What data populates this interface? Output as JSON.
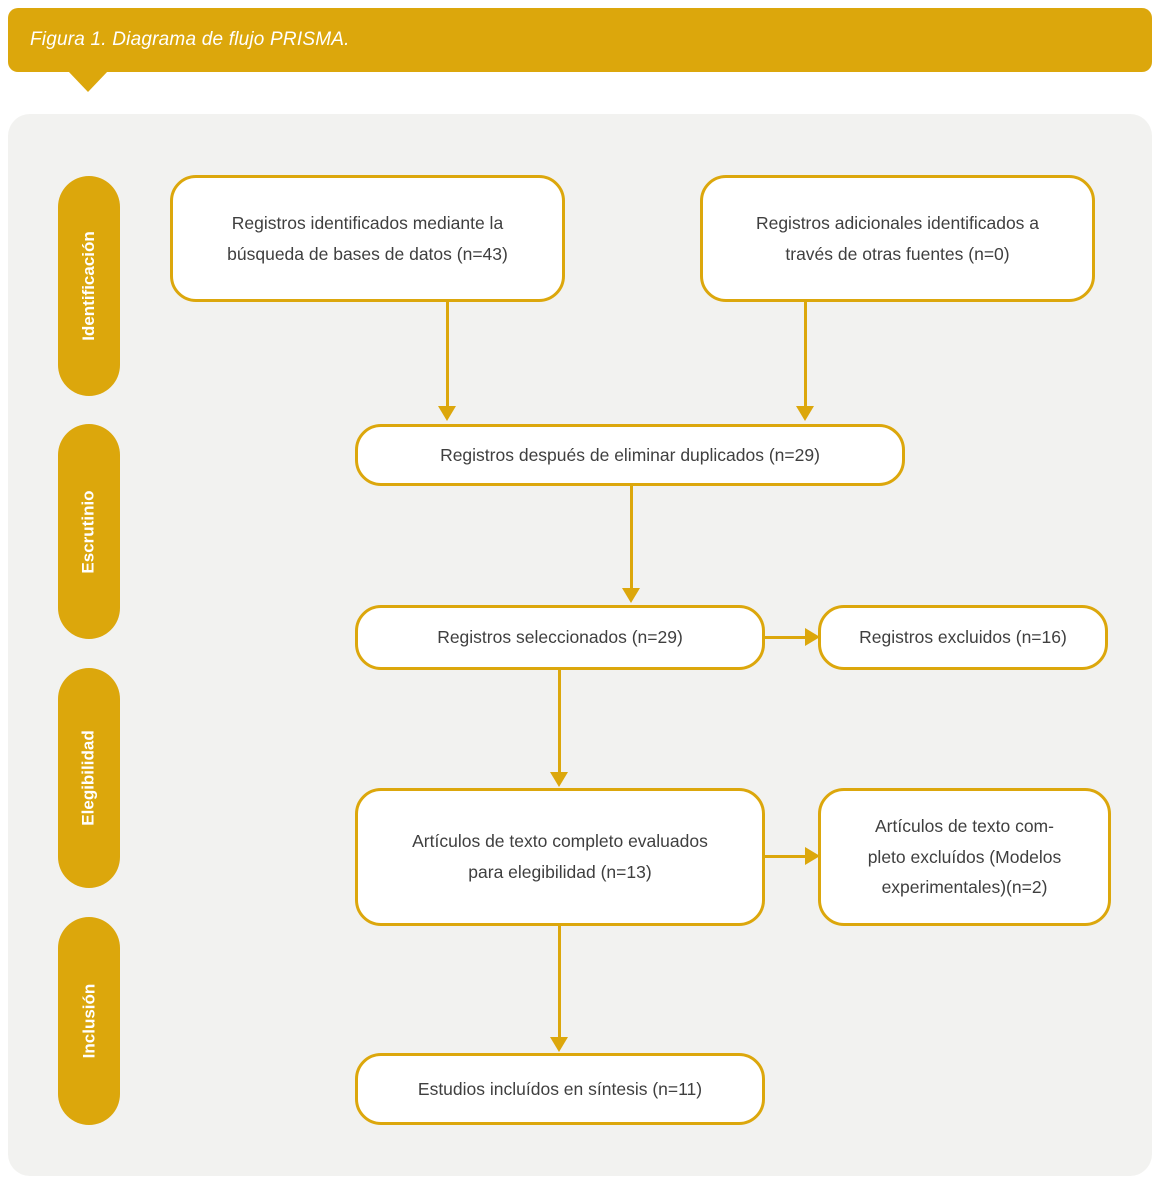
{
  "figure": {
    "caption": "Figura 1. Diagrama de flujo PRISMA."
  },
  "colors": {
    "accent": "#DCA70C",
    "panel_bg": "#F2F2F0",
    "box_bg": "#FFFFFF",
    "box_text": "#3F3F3F",
    "caption_text": "#FFFFFF"
  },
  "stages": [
    {
      "label": "Identificación"
    },
    {
      "label": "Escrutinio"
    },
    {
      "label": "Elegibilidad"
    },
    {
      "label": "Inclusión"
    }
  ],
  "boxes": {
    "records_databases": "Registros identificados mediante la\nbúsqueda de bases de datos (n=43)",
    "records_other_sources": "Registros adicionales identificados a\ntravés de otras fuentes (n=0)",
    "records_after_duplicates": "Registros después de eliminar duplicados (n=29)",
    "records_screened": "Registros seleccionados (n=29)",
    "records_excluded": "Registros excluidos (n=16)",
    "fulltext_assessed": "Artículos de texto completo evaluados\npara elegibilidad (n=13)",
    "fulltext_excluded": "Artículos de texto com-\npleto excluídos (Modelos\nexperimentales)(n=2)",
    "studies_included": "Estudios incluídos en síntesis (n=11)"
  },
  "counts": {
    "records_databases_n": 43,
    "records_other_sources_n": 0,
    "records_after_duplicates_n": 29,
    "records_screened_n": 29,
    "records_excluded_n": 16,
    "fulltext_assessed_n": 13,
    "fulltext_excluded_n": 2,
    "studies_included_n": 11
  }
}
